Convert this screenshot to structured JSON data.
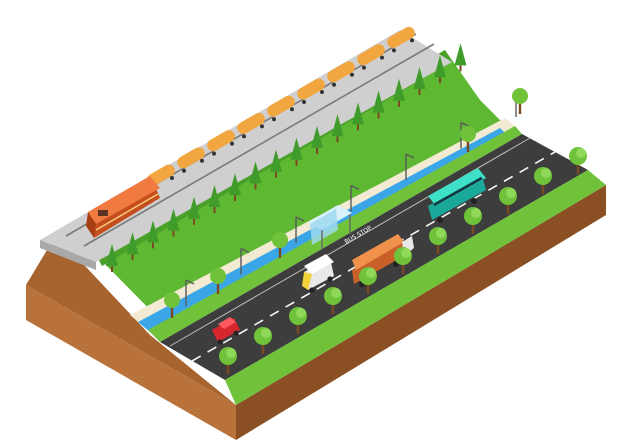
{
  "scene": {
    "kind": "isometric-transport-corridor",
    "bus_stop_sign": "BUS STOP",
    "colors": {
      "background": "#ffffff",
      "grass": "#6fc23a",
      "grass_dark": "#3f9b2a",
      "soil": "#b9733a",
      "soil_dark": "#8a4f22",
      "road": "#3d3d3d",
      "rail_bed": "#cfcfcf",
      "water": "#3aa6e8",
      "sidewalk": "#f2ead2",
      "locomotive": "#e0612b",
      "tank_car": "#f2a640",
      "bus": "#26c7b2",
      "truck_cargo": "#e07a36",
      "van": "#f3f3f3",
      "car": "#d6262e"
    },
    "counts": {
      "tank_cars": 9,
      "lamp_posts": 7,
      "roadside_trees": 11,
      "slope_trees": 18
    }
  }
}
